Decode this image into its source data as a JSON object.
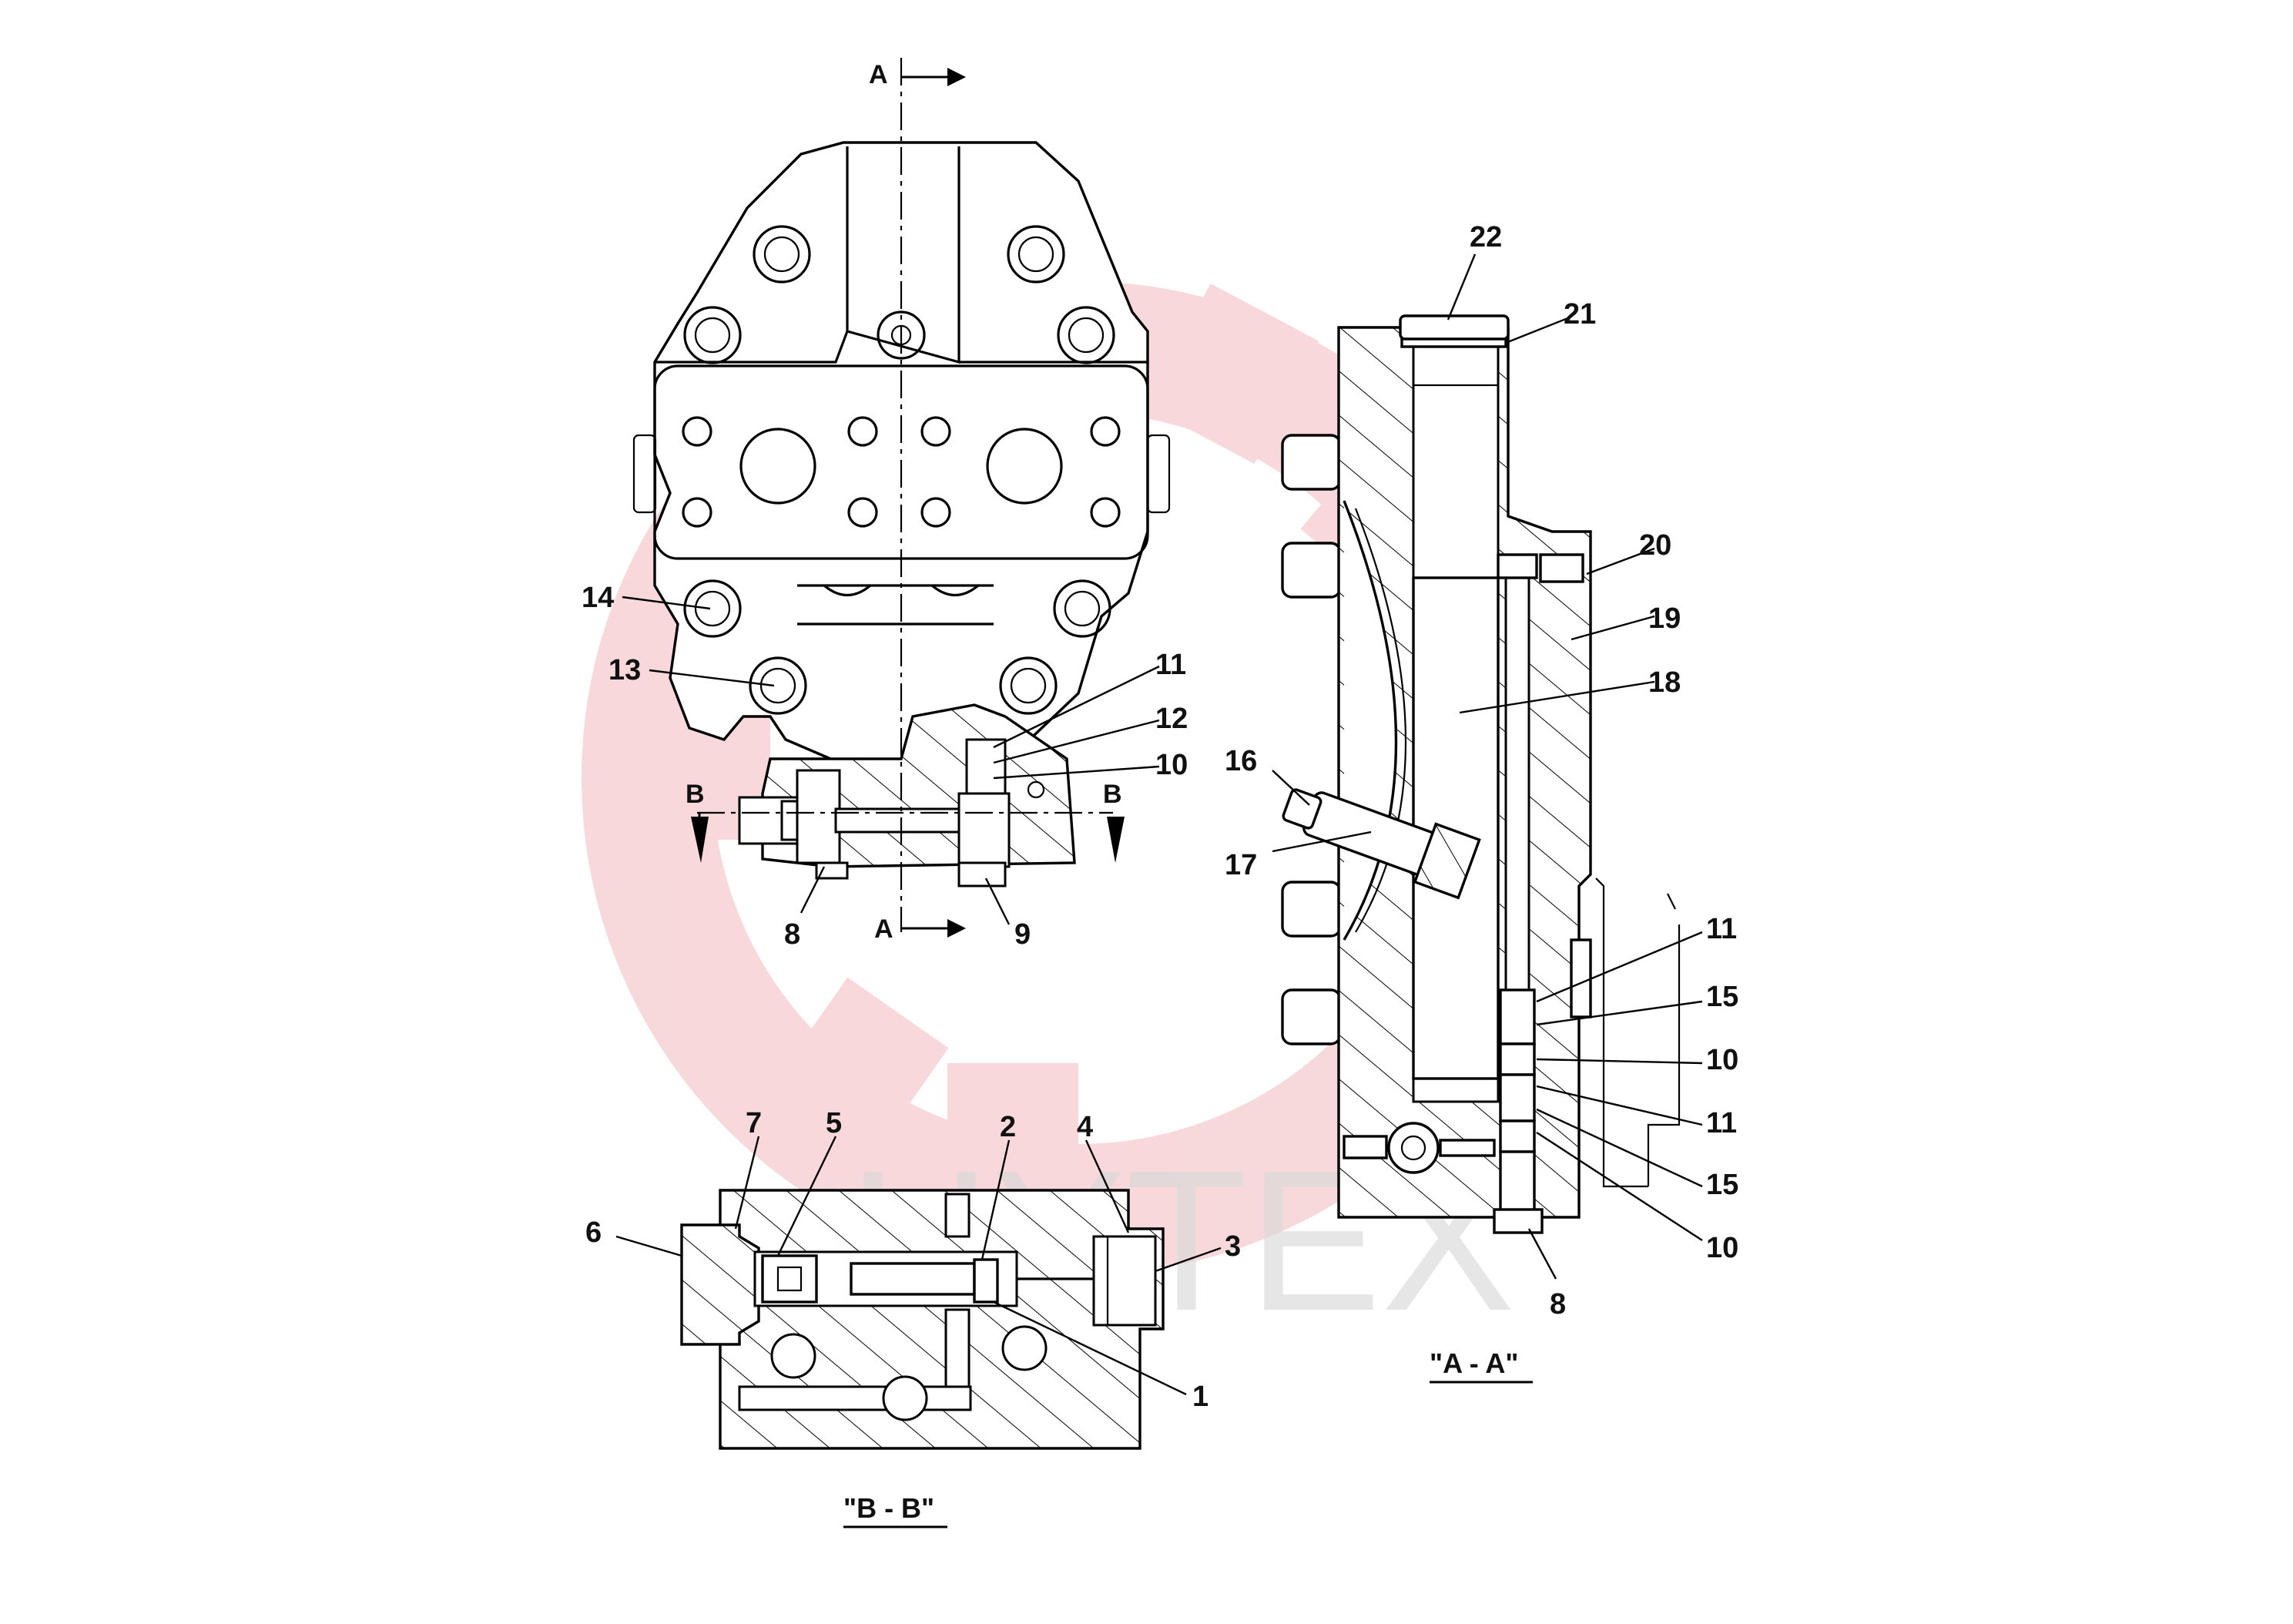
{
  "watermark": {
    "text": "HYTEX",
    "gear_color": "#f3b9bd",
    "text_color": "#d9d9d9"
  },
  "section_marks": {
    "a_top": "A",
    "a_bottom": "A",
    "b_left": "B",
    "b_right": "B"
  },
  "captions": {
    "section_aa": "\"A - A\"",
    "section_bb": "\"B - B\""
  },
  "callouts": {
    "front": {
      "c14": "14",
      "c13": "13",
      "c11": "11",
      "c12": "12",
      "c10": "10",
      "c8": "8",
      "c9": "9"
    },
    "section_aa": {
      "c22": "22",
      "c21": "21",
      "c20": "20",
      "c19": "19",
      "c18": "18",
      "c16": "16",
      "c17": "17",
      "c11a": "11",
      "c15a": "15",
      "c10a": "10",
      "c11b": "11",
      "c15b": "15",
      "c10b": "10",
      "c8": "8"
    },
    "section_bb": {
      "c7": "7",
      "c5": "5",
      "c2": "2",
      "c4": "4",
      "c6": "6",
      "c3": "3",
      "c1": "1"
    }
  },
  "colors": {
    "line": "#000000",
    "background": "#ffffff"
  }
}
